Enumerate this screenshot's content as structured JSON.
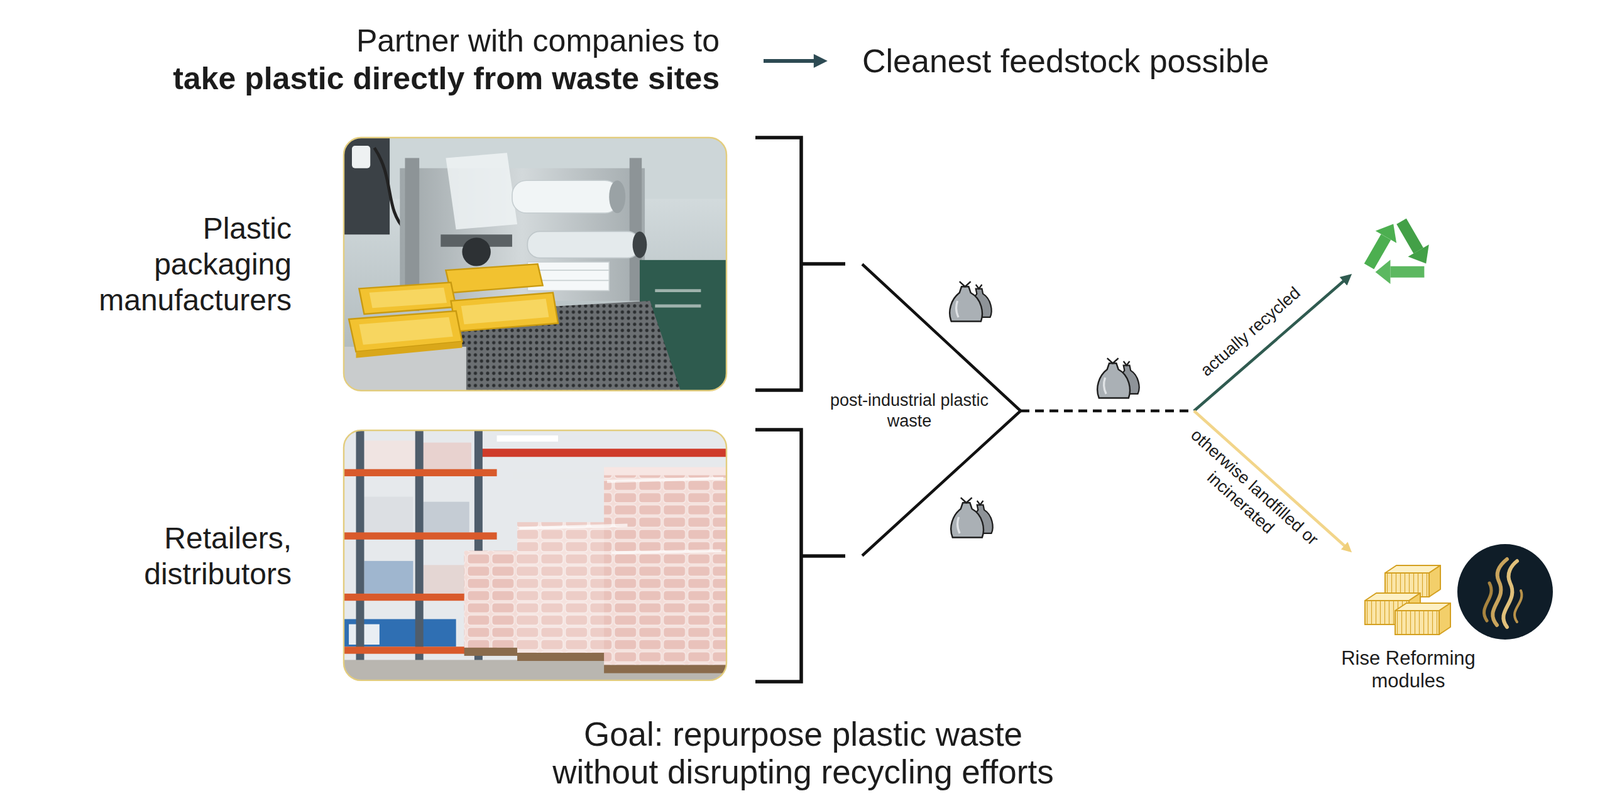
{
  "diagram": {
    "caption": "Goal: repurpose plastic waste without disrupting recycling efforts",
    "nodes": [
      {
        "text": [
          "Partner with companies to take plastic directly from waste sites"
        ]
      },
      {
        "text": [
          "Cleanest feedstock possible"
        ]
      },
      {
        "text": [
          "Plastic packaging manufacturers"
        ]
      },
      {
        "text": [
          "Retailers, distributors"
        ]
      },
      {
        "text": [
          "post-industrial plastic waste"
        ]
      },
      {
        "text": [
          "Rise Reforming modules"
        ]
      }
    ],
    "edges": [
      {
        "from": 0,
        "to": 1,
        "arrow": "to"
      },
      {
        "from": 2,
        "to": 4,
        "arrow": "none"
      },
      {
        "from": 3,
        "to": 4,
        "arrow": "none"
      },
      {
        "from": 4,
        "to": 5,
        "arrow": "to",
        "label": "otherwise landfilled or incinerated"
      }
    ],
    "labels": [
      "actually recycled"
    ]
  }
}
